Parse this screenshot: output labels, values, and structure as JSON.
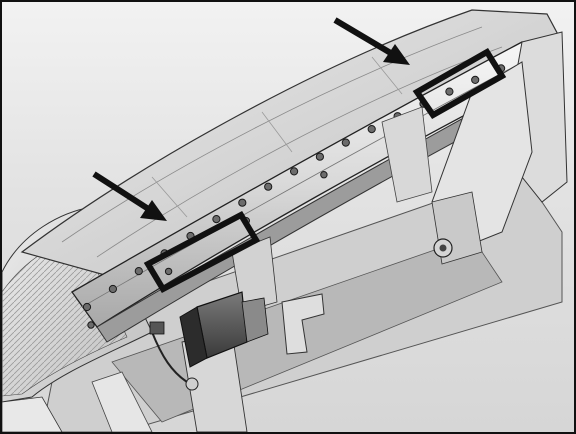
{
  "figure": {
    "description_kind": "technical-illustration",
    "subject": "bumper-assembly",
    "callouts": [
      {
        "id": "callout-left",
        "arrow": "arrow-left",
        "frame": "highlight-box-left"
      },
      {
        "id": "callout-right",
        "arrow": "arrow-right",
        "frame": "highlight-box-right"
      }
    ],
    "colors": {
      "border": "#111111",
      "callout": "#111111",
      "metal_light": "#e8e8e8",
      "metal_dark": "#5a5a5a",
      "bolt": "#6c6c6c"
    }
  }
}
